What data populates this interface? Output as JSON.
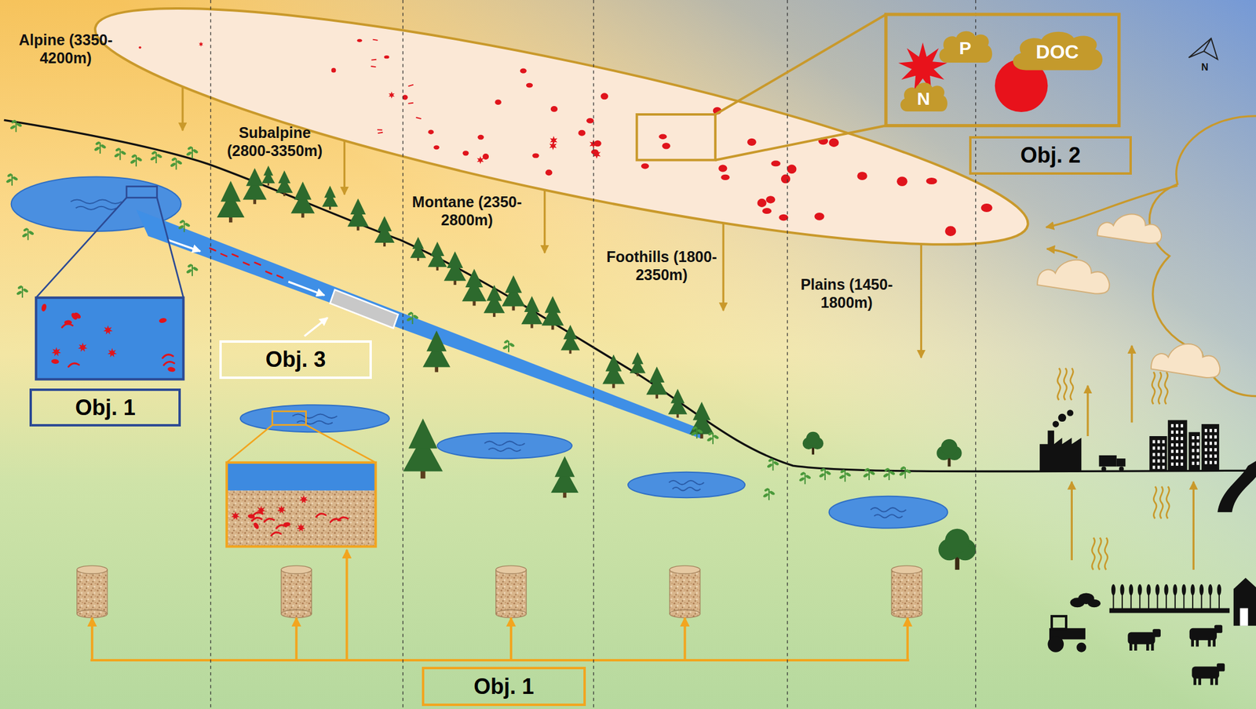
{
  "diagram": {
    "nodes": [
      {
        "text": [
          "P"
        ]
      },
      {
        "text": [
          "DOC"
        ]
      },
      {
        "text": [
          "N"
        ]
      },
      {
        "text": [
          "Obj. 2"
        ]
      },
      {
        "text": [
          "Obj. 3"
        ]
      },
      {
        "text": [
          "Obj. 1"
        ]
      },
      {
        "text": [
          "Obj. 1"
        ]
      }
    ],
    "labels": [
      "Alpine (3350-4200m)",
      "Subalpine (2800-3350m)",
      "Montane (2350-2800m)",
      "Foothills (1800-2350m)",
      "Plains (1450-1800m)",
      "N"
    ]
  }
}
